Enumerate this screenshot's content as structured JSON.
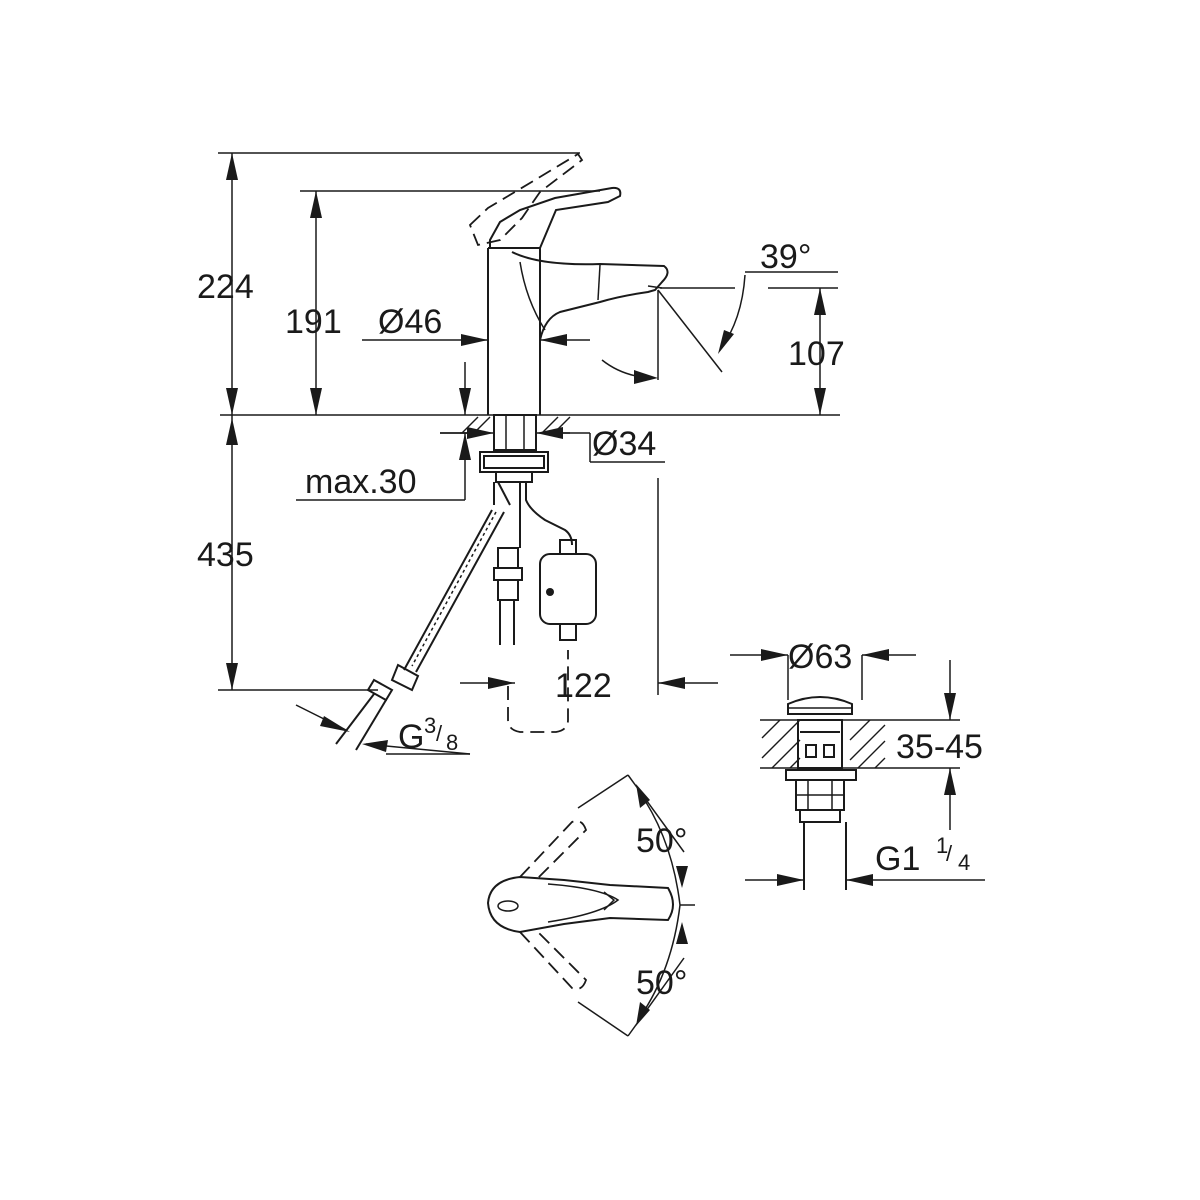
{
  "dimensions": {
    "total_height": "224",
    "spout_height": "191",
    "body_diameter": "Ø46",
    "spout_angle": "39°",
    "outlet_height": "107",
    "hole_diameter": "Ø34",
    "max_deck": "max.30",
    "below_deck": "435",
    "projection": "122",
    "connection_main": "G",
    "connection_num": "3",
    "connection_den": "8",
    "waste_diameter": "Ø63",
    "waste_range": "35-45",
    "waste_thread_main": "G1",
    "waste_thread_num": "1",
    "waste_thread_den": "4",
    "lever_angle_top": "50°",
    "lever_angle_bottom": "50°"
  },
  "colors": {
    "line": "#1a1a1a",
    "background": "#ffffff"
  }
}
